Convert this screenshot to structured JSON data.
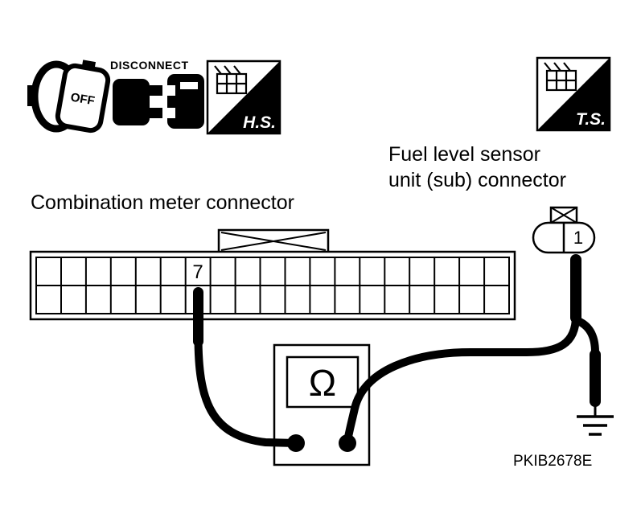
{
  "page": {
    "background": "#ffffff",
    "ink": "#000000"
  },
  "icons": {
    "ignition_off_label": "OFF",
    "disconnect_label": "DISCONNECT",
    "hs_label": "H.S.",
    "ts_label": "T.S."
  },
  "labels": {
    "combination_meter_connector": "Combination meter connector",
    "fuel_sensor_line1": "Fuel level sensor",
    "fuel_sensor_line2": "unit (sub) connector",
    "meter_pin": "7",
    "sensor_pin": "1",
    "ohmmeter_symbol": "Ω",
    "figure_code": "PKIB2678E"
  },
  "connectors": {
    "combination_meter": {
      "rows": 2,
      "columns": 19,
      "labeled_pin": "7"
    },
    "fuel_level_sensor": {
      "cavities": 2,
      "labeled_pin": "1"
    }
  }
}
